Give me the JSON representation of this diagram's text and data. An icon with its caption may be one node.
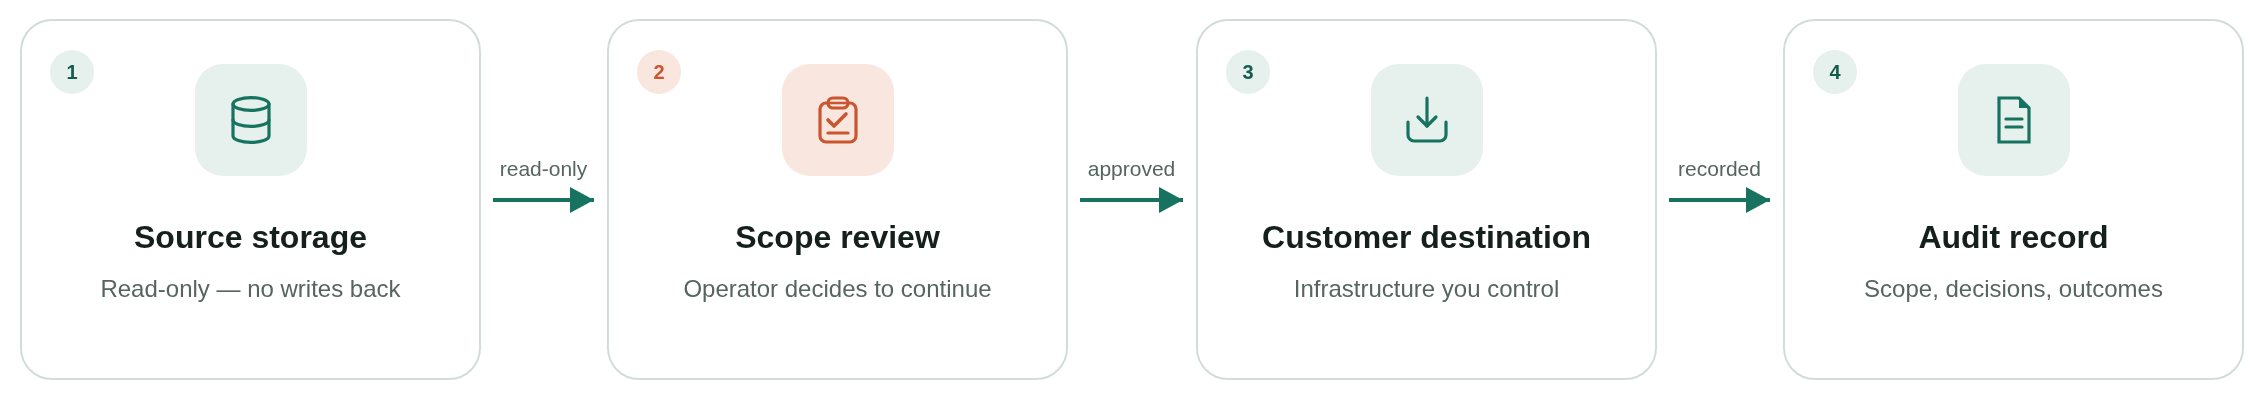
{
  "diagram": {
    "nodes": [
      {
        "text": [
          "Source storage",
          "Read-only — no writes back"
        ]
      },
      {
        "text": [
          "1"
        ],
        "in": 0
      },
      {
        "text": [
          "Scope review",
          "Operator decides to continue"
        ]
      },
      {
        "text": [
          "2"
        ],
        "in": 2
      },
      {
        "text": [
          "Customer destination",
          "Infrastructure you control"
        ]
      },
      {
        "text": [
          "3"
        ],
        "in": 4
      },
      {
        "text": [
          "Audit record",
          "Scope, decisions, outcomes"
        ]
      },
      {
        "text": [
          "4"
        ],
        "in": 6
      }
    ],
    "edges": [
      {
        "from": 0,
        "to": 2,
        "arrow": "to",
        "label": "read-only"
      },
      {
        "from": 2,
        "to": 4,
        "arrow": "to",
        "label": "approved"
      },
      {
        "from": 4,
        "to": 6,
        "arrow": "to",
        "label": "recorded"
      }
    ]
  }
}
